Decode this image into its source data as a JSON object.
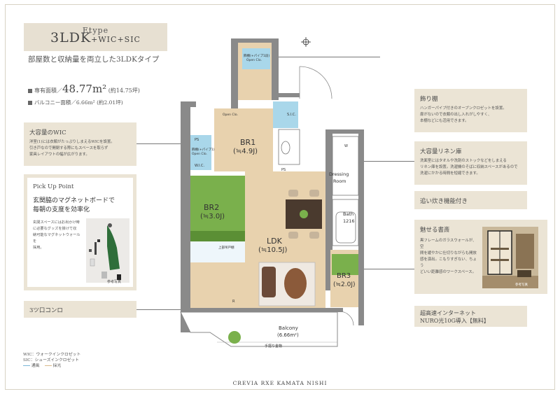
{
  "header": {
    "type_name": "Etype",
    "plan_main": "3LDK",
    "plan_sub": "+WIC+SIC",
    "tagline": "部屋数と収納量を両立した3LDKタイプ"
  },
  "area": {
    "label": "専有面積／",
    "value": "48.77m²",
    "tsubo": "(約14.75坪)",
    "balcony_label": "バルコニー面積／6.66m²",
    "balcony_tsubo": "(約2.01坪)"
  },
  "callouts_left": {
    "wic": {
      "title": "大容量のWIC",
      "body_lines": [
        "洋室(1)には衣類がたっぷりしまえるWICを設置。",
        "引き戸なので開閉する際にもスペースを取らず",
        "家具レイアウトの幅が広がります。"
      ]
    },
    "pickup": {
      "title": "Pick Up Point",
      "head_lines": [
        "玄関脇のマグネットボードで",
        "毎朝の支度を効率化"
      ],
      "body_lines": [
        "玄関スペースにはお出かけ時",
        "に必要なグッズを掛けて収",
        "納可能なマグネットウォールを",
        "採用。"
      ],
      "photo_caption": "参考写真"
    },
    "stove": {
      "title": "3ツ口コンロ"
    }
  },
  "callouts_right": {
    "display_shelf": {
      "title": "飾り棚",
      "body_lines": [
        "ハンガーパイプ付きのオープンクロゼットを設置。",
        "扉がないので衣類の出し入れがしやすく、",
        "本棚などにも活用できます。"
      ]
    },
    "linen": {
      "title": "大容量リネン庫",
      "body_lines": [
        "洗面室にはタオルや洗剤のストックなどをしまえる",
        "リネン庫を設置。洗濯機のそばに収納スペースがあるので",
        "洗濯にかかる時間を短縮できます。"
      ]
    },
    "reheat": {
      "title": "追い炊き機能付き"
    },
    "study": {
      "title": "魅せる書斎",
      "body_lines": [
        "黒フレームのガラスウォールが、空",
        "間を緩やかに仕切りながらも開放",
        "感を演出。こもりすぎない、ちょう",
        "どいい距離感のワークスペース。"
      ],
      "photo_caption": "参考写真"
    },
    "internet": {
      "title_line1": "超高速インターネット",
      "title_line2": "NURO光10G導入【無料】"
    }
  },
  "plan_labels": {
    "br1": "BR1",
    "br1_size": "(≒4.9J)",
    "br2": "BR2",
    "br2_size": "(≒3.0J)",
    "ldk": "LDK",
    "ldk_size": "(≒10.5J)",
    "br3": "BR3",
    "br3_size": "(≒2.0J)",
    "dressing": "Dressing",
    "room": "Room",
    "bath": "Bath",
    "bath_size": "1216",
    "balcony": "Balcony",
    "balcony_size": "(6.66m²)",
    "wic": "W.I.C.",
    "sic": "S.I.C.",
    "ps": "PS",
    "ps2": "PS",
    "open_clo": "Open Clo.",
    "open_clo_top": "飾棚(+パイプ1段)",
    "open_clo_top2": "Open Clo.",
    "open_clo_left": "飾棚(+パイプ1)",
    "open_clo_left2": "Open Clo.",
    "shelf_label": "上部吊戸棚",
    "w_mark": "W",
    "r_mark": "R",
    "handrail": "手摺り金物"
  },
  "legend": {
    "line1": "WIC：ウォークインクロゼット",
    "line2": "SIC：シューズインクロゼット",
    "line3": "通風",
    "line4": "採光",
    "wind_color": "#7ab7d8",
    "light_color": "#d9b98a"
  },
  "footer": {
    "name": "CREVIA RXE KAMATA NISHI"
  },
  "colors": {
    "tan": "#e7e0d2",
    "wood": "#e8d2ae",
    "green": "#7ab04c",
    "aqua": "#a9d7ea",
    "wall": "#8a8a8a"
  }
}
